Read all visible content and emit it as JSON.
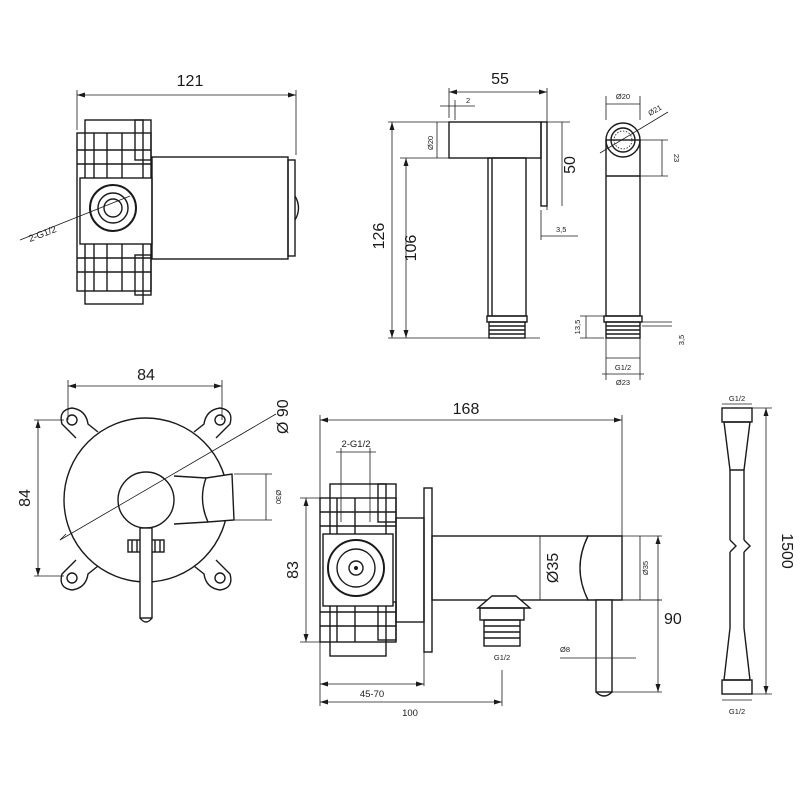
{
  "dims": {
    "top_width": "121",
    "thread_label": "2-G1/2",
    "spray_length": "55",
    "spray_gap": "2",
    "spray_dia": "Ø20",
    "spray_head": "50",
    "spray_offset": "3,5",
    "total_height": "126",
    "body_height": "106",
    "side_top_dia": "Ø20",
    "side_head_dia": "Ø21",
    "side_head_len": "23",
    "side_thread_len": "13,5",
    "side_thread_step": "3,5",
    "side_thread": "G1/2",
    "side_base_dia": "Ø23",
    "front_width": "84",
    "front_height": "84",
    "front_dia": "Ø 90",
    "front_outlet_dia": "Ø30",
    "total_length": "168",
    "plan_thread": "2-G1/2",
    "plan_height": "83",
    "plan_body_dia": "Ø35",
    "plan_body_dia_small": "Ø35",
    "plan_drop": "90",
    "plan_pin_dia": "Ø8",
    "plan_outlet_thread": "G1/2",
    "wall_range": "45-70",
    "outlet_distance": "100",
    "hose_top_thread": "G1/2",
    "hose_length": "1500",
    "hose_bottom_thread": "G1/2"
  }
}
